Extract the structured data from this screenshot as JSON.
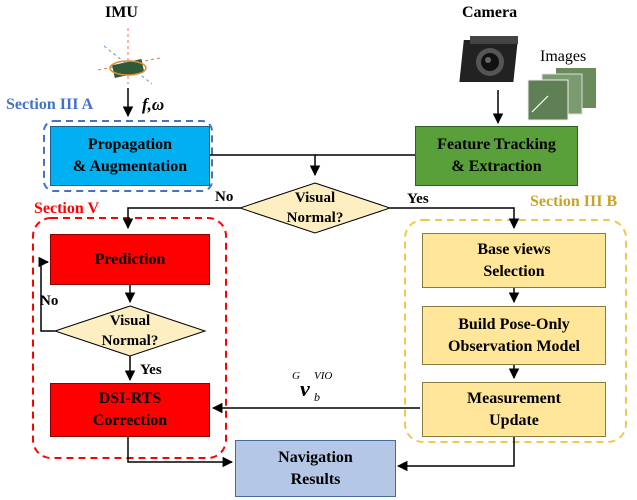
{
  "inputs": {
    "imu_label": "IMU",
    "camera_label": "Camera",
    "images_label": "Images",
    "imu_signal": "f,ω"
  },
  "sections": {
    "section_3a": "Section III A",
    "section_5": "Section V",
    "section_3b": "Section III B"
  },
  "nodes": {
    "propagation": "Propagation\n& Augmentation",
    "feature_tracking": "Feature Tracking\n& Extraction",
    "visual_normal_top": "Visual\nNormal?",
    "prediction": "Prediction",
    "visual_normal_left": "Visual\nNormal?",
    "dsi_rts": "DSI-RTS\nCorrection",
    "base_views": "Base views\nSelection",
    "pose_only": "Build Pose-Only\nObservation Model",
    "measurement_update": "Measurement\nUpdate",
    "navigation": "Navigation\nResults"
  },
  "edge_labels": {
    "top_no": "No",
    "top_yes": "Yes",
    "left_no": "No",
    "left_yes": "Yes",
    "vio_sup": "G",
    "vio_v": "v",
    "vio_sub": "b",
    "vio_super": "VIO"
  },
  "colors": {
    "propagation_fill": "#00b0f0",
    "feature_fill": "#5aa03a",
    "diamond_fill": "#fdefc1",
    "red_fill": "#ff0000",
    "yellow_fill": "#ffe699",
    "nav_fill": "#b4c7e7",
    "section_blue": "#4472c4",
    "section_red": "#ff0000",
    "section_gold": "#c9a227"
  }
}
